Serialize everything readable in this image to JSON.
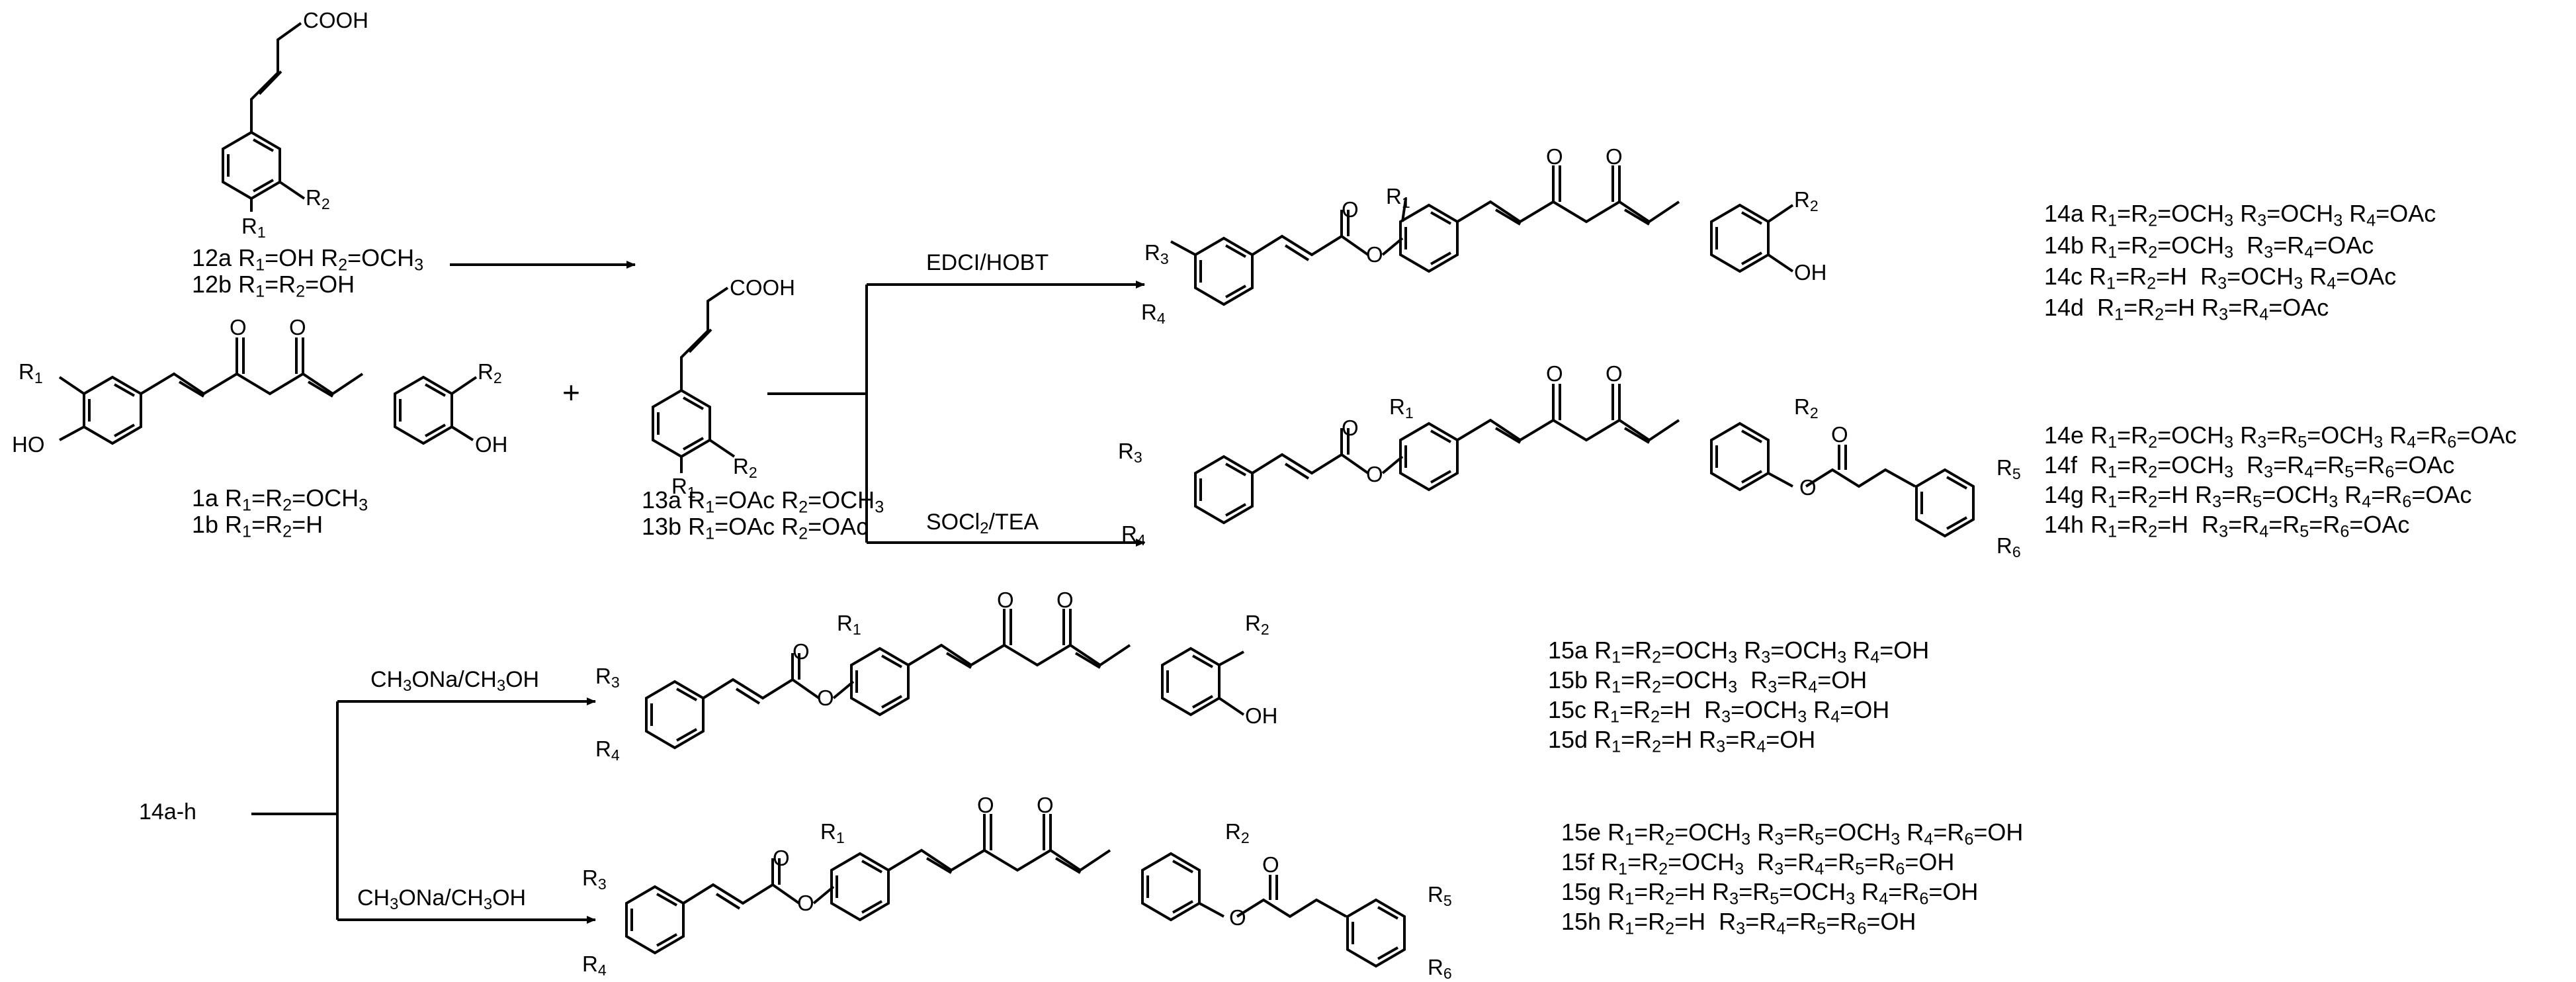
{
  "groups": {
    "cooh": "COOH",
    "oh": "OH",
    "ho": "HO",
    "o": "O",
    "r1": "R1",
    "r2": "R2",
    "r3": "R3",
    "r4": "R4",
    "r5": "R5",
    "r6": "R6"
  },
  "plus": "+",
  "reagents": {
    "edci": "EDCI/HOBT",
    "socl2": "SOCl2/TEA",
    "naome_1": "CH3ONa/CH3OH",
    "naome_2": "CH3ONa/CH3OH",
    "start_14": "14a-h"
  },
  "compounds": {
    "c12": [
      "12a R1=OH R2=OCH3",
      "12b R1=R2=OH"
    ],
    "c1": [
      "1a R1=R2=OCH3",
      "1b R1=R2=H"
    ],
    "c13": [
      "13a R1=OAc R2=OCH3",
      "13b R1=OAc R2=OAc"
    ],
    "c14_mono": [
      "14a R1=R2=OCH3 R3=OCH3 R4=OAc",
      "14b R1=R2=OCH3  R3=R4=OAc",
      "14c R1=R2=H  R3=OCH3 R4=OAc",
      "14d  R1=R2=H R3=R4=OAc"
    ],
    "c14_bis": [
      "14e R1=R2=OCH3 R3=R5=OCH3 R4=R6=OAc",
      "14f  R1=R2=OCH3  R3=R4=R5=R6=OAc",
      "14g R1=R2=H R3=R5=OCH3 R4=R6=OAc",
      "14h R1=R2=H  R3=R4=R5=R6=OAc"
    ],
    "c15_mono": [
      "15a R1=R2=OCH3 R3=OCH3 R4=OH",
      "15b R1=R2=OCH3  R3=R4=OH",
      "15c R1=R2=H  R3=OCH3 R4=OH",
      "15d R1=R2=H R3=R4=OH"
    ],
    "c15_bis": [
      "15e R1=R2=OCH3 R3=R5=OCH3 R4=R6=OH",
      "15f R1=R2=OCH3  R3=R4=R5=R6=OH",
      "15g R1=R2=H R3=R5=OCH3 R4=R6=OH",
      "15h R1=R2=H  R3=R4=R5=R6=OH"
    ]
  }
}
